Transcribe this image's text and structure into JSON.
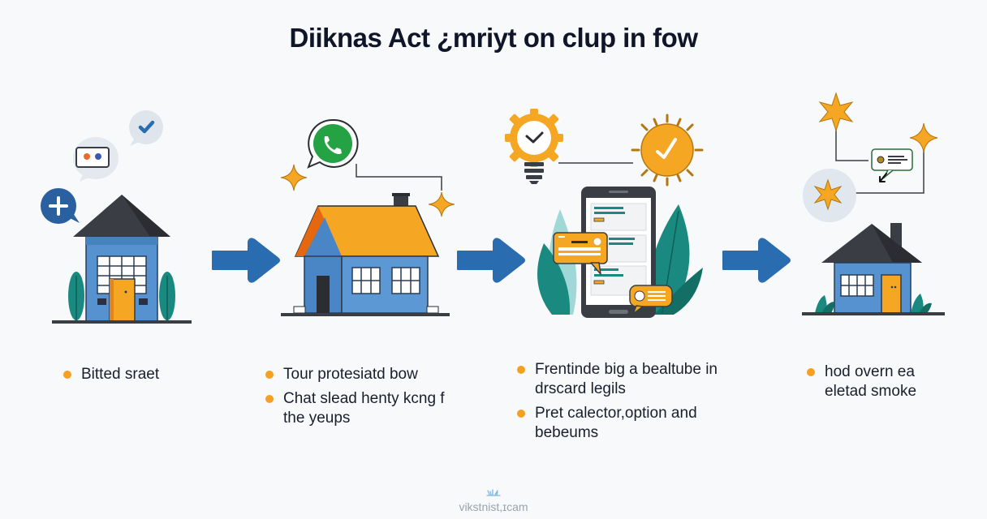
{
  "title": "Diiknas Act ¿mriyt on clup in fow",
  "colors": {
    "background": "#f8f9fa",
    "primary_blue": "#2a6cb0",
    "house_blue": "#5592cf",
    "roof_dark": "#3a3d44",
    "orange": "#f5a623",
    "teal": "#1a8a80",
    "whatsapp_green": "#25a244",
    "bullet_orange": "#f5a020"
  },
  "steps": [
    {
      "name": "step-1",
      "icons": [
        "plus-bubble-icon",
        "emoji-card-bubble-icon",
        "check-bubble-icon",
        "house-icon"
      ],
      "bullets": [
        {
          "text": "Bitted sraet"
        }
      ]
    },
    {
      "name": "step-2",
      "icons": [
        "whatsapp-icon",
        "sparkle-icon",
        "sparkle-icon",
        "house-orange-roof-icon"
      ],
      "bullets": [
        {
          "text": "Tour protesiatd bow"
        },
        {
          "text": "Chat slead henty kcng f the yeups"
        }
      ]
    },
    {
      "name": "step-3",
      "icons": [
        "lightbulb-gear-icon",
        "sun-check-icon",
        "smartphone-chat-icon"
      ],
      "bullets": [
        {
          "text": "Frentinde big a bealtube in drscard legils"
        },
        {
          "text": "Pret calector,option and bebeums"
        }
      ]
    },
    {
      "name": "step-4",
      "icons": [
        "star-icon",
        "sparkle-icon",
        "message-bubble-icon",
        "star-circle-icon",
        "house-icon"
      ],
      "bullets": [
        {
          "text": "hod overn ea eletad smoke"
        }
      ]
    }
  ],
  "arrows": 3,
  "footer": {
    "text": "vikstnist,ɪcam"
  }
}
